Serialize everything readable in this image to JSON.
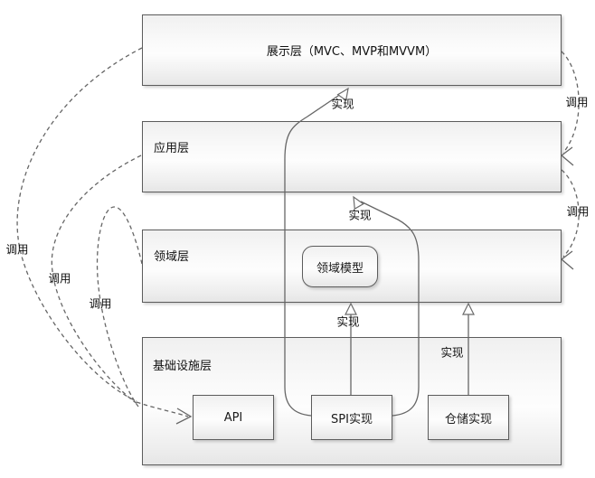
{
  "diagram": {
    "layers": {
      "presentation": "展示层（MVC、MVP和MVVM）",
      "application": "应用层",
      "domain": "领域层",
      "infrastructure": "基础设施层"
    },
    "nodes": {
      "domain_model": "领域模型",
      "api": "API",
      "spi_impl": "SPI实现",
      "repo_impl": "仓储实现"
    },
    "edge_labels": {
      "impl_spi_to_presentation": "实现",
      "impl_spi_to_application": "实现",
      "impl_spi_to_domain": "实现",
      "impl_repo_to_domain": "实现",
      "call_presentation_to_application": "调用",
      "call_application_to_domain": "调用",
      "call_presentation_to_api": "调用",
      "call_application_to_api": "调用",
      "call_domain_to_api": "调用"
    },
    "colors": {
      "box_border": "#5c5c5c",
      "connector_line": "#666666",
      "box_fill_top": "#f0f0f0",
      "box_fill_bottom": "#e6e6e6",
      "text": "#1a1a1a",
      "background": "#ffffff"
    }
  }
}
